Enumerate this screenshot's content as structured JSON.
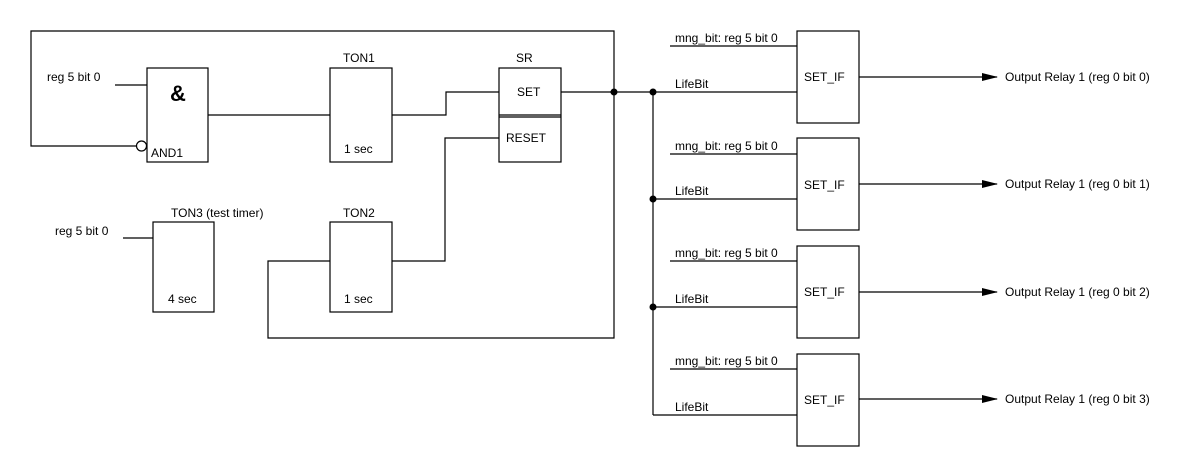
{
  "colors": {
    "line": "#000000",
    "background": "#ffffff"
  },
  "inputs": {
    "and_input": "reg 5 bit 0",
    "test_timer_input": "reg 5 bit 0"
  },
  "and_gate": {
    "symbol": "&",
    "name": "AND1"
  },
  "ton1": {
    "title": "TON1",
    "time": "1 sec"
  },
  "ton2": {
    "title": "TON2",
    "time": "1 sec"
  },
  "ton3": {
    "title": "TON3 (test timer)",
    "time": "4 sec"
  },
  "sr": {
    "title": "SR",
    "set": "SET",
    "reset": "RESET"
  },
  "set_if_blocks": [
    {
      "label": "SET_IF",
      "mng_input": "mng_bit: reg 5 bit 0",
      "life_input": "LifeBit",
      "output": "Output Relay 1 (reg 0 bit 0)"
    },
    {
      "label": "SET_IF",
      "mng_input": "mng_bit: reg 5 bit 0",
      "life_input": "LifeBit",
      "output": "Output Relay 1 (reg 0 bit 1)"
    },
    {
      "label": "SET_IF",
      "mng_input": "mng_bit: reg 5 bit 0",
      "life_input": "LifeBit",
      "output": "Output Relay 1 (reg 0 bit 2)"
    },
    {
      "label": "SET_IF",
      "mng_input": "mng_bit: reg 5 bit 0",
      "life_input": "LifeBit",
      "output": "Output Relay 1 (reg 0 bit 3)"
    }
  ]
}
